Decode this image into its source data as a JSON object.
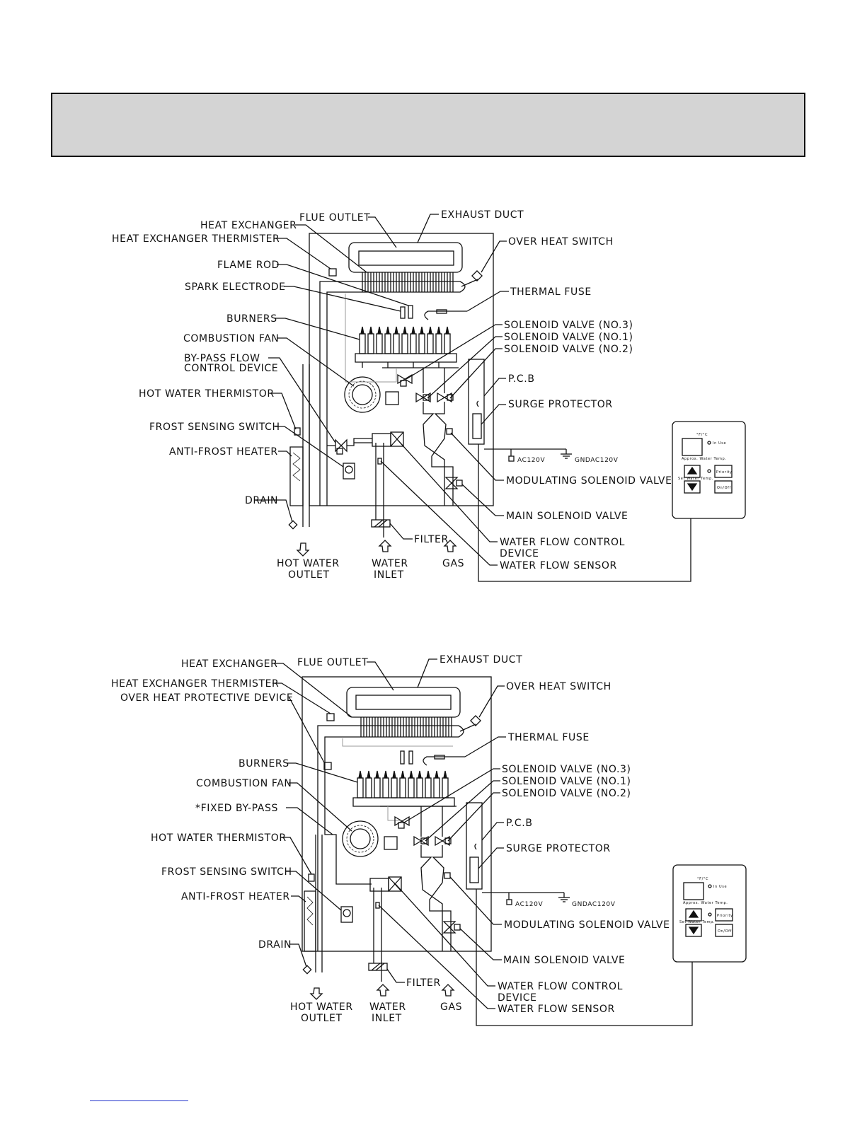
{
  "diagrams": [
    {
      "labels": {
        "heat_exchanger": "HEAT EXCHANGER",
        "heat_exchanger_thermister": "HEAT EXCHANGER THERMISTER",
        "flame_rod": "FLAME ROD",
        "spark_electrode": "SPARK ELECTRODE",
        "burners": "BURNERS",
        "combustion_fan": "COMBUSTION FAN",
        "bypass_1": "BY-PASS FLOW",
        "bypass_2": "CONTROL DEVICE",
        "hot_water_thermistor": "HOT WATER THERMISTOR",
        "frost_sensing_switch": "FROST SENSING SWITCH",
        "anti_frost_heater": "ANTI-FROST HEATER",
        "drain": "DRAIN",
        "flue_outlet": "FLUE OUTLET",
        "exhaust_duct": "EXHAUST DUCT",
        "over_heat_switch": "OVER HEAT SWITCH",
        "thermal_fuse": "THERMAL FUSE",
        "solenoid_3": "SOLENOID VALVE (NO.3)",
        "solenoid_1": "SOLENOID VALVE (NO.1)",
        "solenoid_2": "SOLENOID VALVE (NO.2)",
        "pcb": "P.C.B",
        "surge_protector": "SURGE PROTECTOR",
        "ac120v": "AC120V",
        "gndac120v": "GNDAC120V",
        "modulating_valve": "MODULATING SOLENOID VALVE",
        "main_valve": "MAIN SOLENOID VALVE",
        "flow_control_1": "WATER FLOW CONTROL",
        "flow_control_2": "DEVICE",
        "flow_sensor": "WATER FLOW SENSOR",
        "filter": "FILTER",
        "hot_water_1": "HOT WATER",
        "hot_water_2": "OUTLET",
        "water_1": "WATER",
        "water_2": "INLET",
        "gas": "GAS"
      },
      "remote": {
        "temp_unit": "°F/°C",
        "in_use": "In Use",
        "priority": "Priority",
        "on_off": "On/Off",
        "approx_temp": "Approx. Water Temp.",
        "set_temp": "Set Water Temp."
      }
    },
    {
      "labels": {
        "heat_exchanger": "HEAT EXCHANGER",
        "heat_exchanger_thermister": "HEAT EXCHANGER THERMISTER",
        "over_heat_device": "OVER HEAT PROTECTIVE DEVICE",
        "burners": "BURNERS",
        "combustion_fan": "COMBUSTION FAN",
        "fixed_bypass": "*FIXED BY-PASS",
        "hot_water_thermistor": "HOT WATER THERMISTOR",
        "frost_sensing_switch": "FROST SENSING SWITCH",
        "anti_frost_heater": "ANTI-FROST HEATER",
        "drain": "DRAIN",
        "flue_outlet": "FLUE OUTLET",
        "exhaust_duct": "EXHAUST DUCT",
        "over_heat_switch": "OVER HEAT SWITCH",
        "thermal_fuse": "THERMAL FUSE",
        "solenoid_3": "SOLENOID VALVE (NO.3)",
        "solenoid_1": "SOLENOID VALVE (NO.1)",
        "solenoid_2": "SOLENOID VALVE (NO.2)",
        "pcb": "P.C.B",
        "surge_protector": "SURGE PROTECTOR",
        "ac120v": "AC120V",
        "gndac120v": "GNDAC120V",
        "modulating_valve": "MODULATING SOLENOID VALVE",
        "main_valve": "MAIN SOLENOID VALVE",
        "flow_control_1": "WATER FLOW CONTROL",
        "flow_control_2": "DEVICE",
        "flow_sensor": "WATER FLOW SENSOR",
        "filter": "FILTER",
        "hot_water_1": "HOT WATER",
        "hot_water_2": "OUTLET",
        "water_1": "WATER",
        "water_2": "INLET",
        "gas": "GAS"
      },
      "remote": {
        "temp_unit": "°F/°C",
        "in_use": "In Use",
        "priority": "Priority",
        "on_off": "On/Off",
        "approx_temp": "Approx. Water Temp.",
        "set_temp": "Set Water Temp."
      }
    }
  ]
}
